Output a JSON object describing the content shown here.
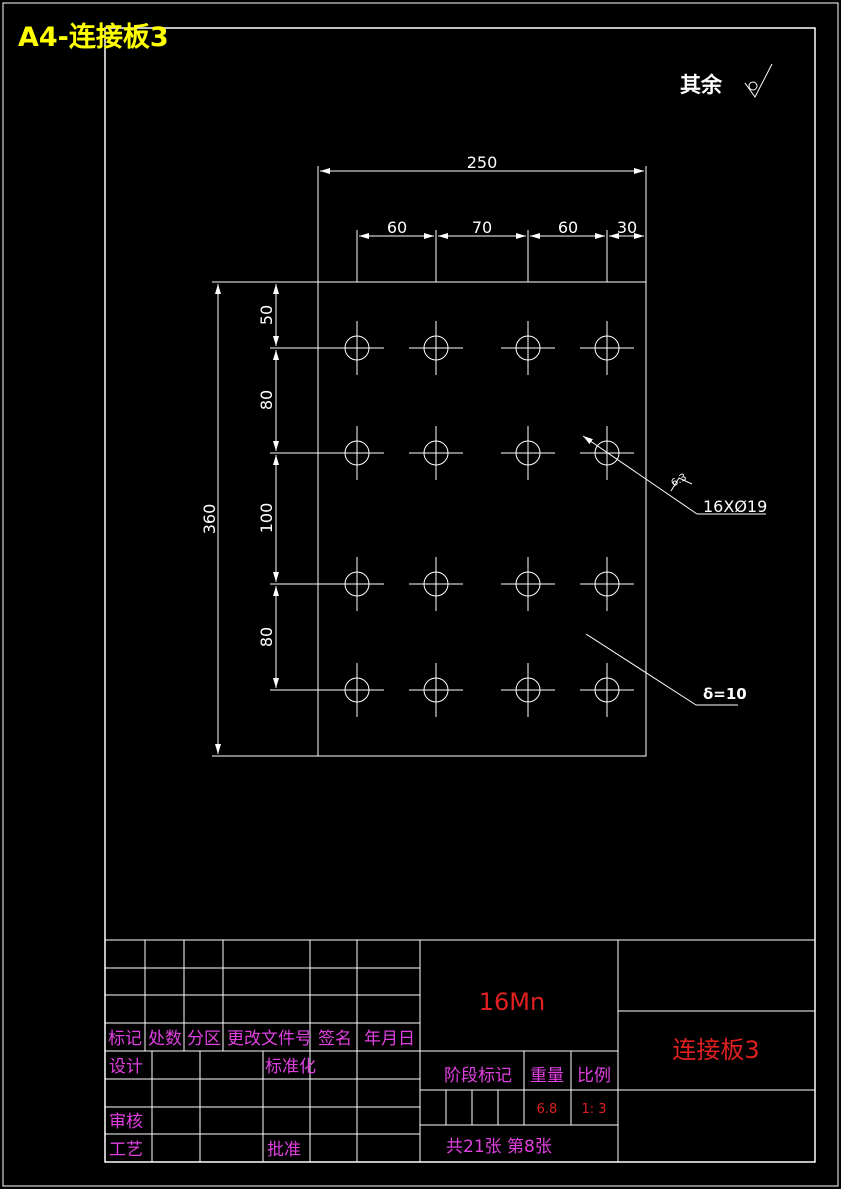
{
  "title": "A4-连接板3",
  "roughness_note": "其余",
  "dimensions": {
    "total_width": "250",
    "hole_spacings_h": [
      "60",
      "70",
      "60",
      "30"
    ],
    "total_height": "360",
    "hole_spacings_v": [
      "50",
      "80",
      "100",
      "80"
    ],
    "hole_callout": "16XØ19",
    "roughness_value": "6.3",
    "thickness": "δ=10"
  },
  "title_block": {
    "headers": {
      "mark": "标记",
      "count": "处数",
      "zone": "分区",
      "change_doc": "更改文件号",
      "signature": "签名",
      "date": "年月日"
    },
    "rows": {
      "design": "设计",
      "standardize": "标准化",
      "review": "审核",
      "process": "工艺",
      "approve": "批准"
    },
    "material": "16Mn",
    "part_name": "连接板3",
    "stage_mark": "阶段标记",
    "weight_label": "重量",
    "scale_label": "比例",
    "weight": "6.8",
    "scale": "1: 3",
    "sheets": "共21张  第8张"
  },
  "colors": {
    "background": "#000000",
    "line": "#ffffff",
    "title": "#ffff00",
    "label": "#e040e0",
    "value": "#e02020"
  }
}
